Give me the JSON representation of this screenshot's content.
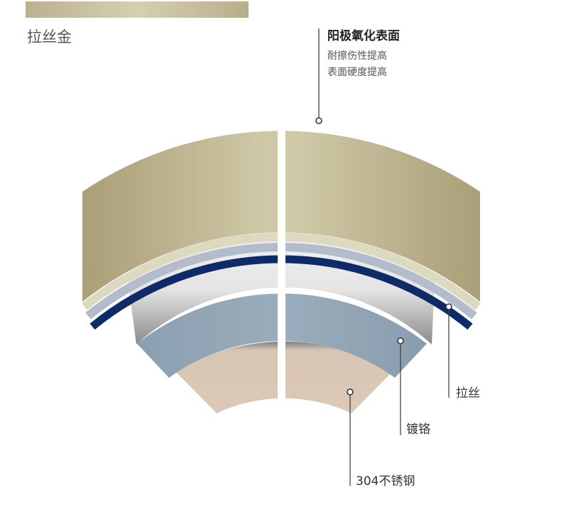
{
  "swatch": {
    "label": "拉丝金",
    "color_left": "#b9b18f",
    "color_mid": "#d6cfb1",
    "color_right": "#b7ae8b"
  },
  "callouts": {
    "anodized": {
      "title": "阳极氧化表面",
      "line1": "耐擦伤性提高",
      "line2": "表面硬度提高"
    },
    "brushed": "拉丝",
    "chrome": "镀铬",
    "steel": "304不锈钢"
  },
  "colors": {
    "gold_dark": "#aea57f",
    "gold_light": "#ccc5a1",
    "cream": "#ddd9be",
    "silver_blue": "#b3bccb",
    "navy": "#0f2a68",
    "white_inner": "#f2f2f2",
    "grey_inner": "#8d8d8d",
    "chrome_blue": "#8ea3b3",
    "steel_pink": "#dcc7b5",
    "leader": "#444444"
  }
}
